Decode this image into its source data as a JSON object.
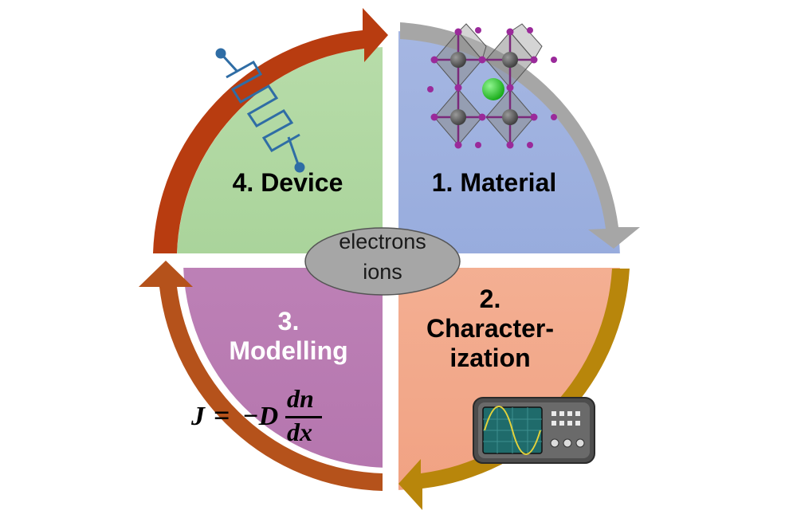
{
  "quadrants": {
    "material": {
      "label": "1. Material",
      "color": "#93a9dc"
    },
    "characterization": {
      "line1": "2.",
      "line2": "Character-",
      "line3": "ization",
      "color": "#f4b194"
    },
    "modelling": {
      "line1": "3.",
      "line2": "Modelling",
      "color": "#bf82b9"
    },
    "device": {
      "label": "4. Device",
      "color": "#a6d39a"
    }
  },
  "center": {
    "line1": "electrons",
    "line2": "ions",
    "color": "#a6a6a6"
  },
  "equation": {
    "lhs": "J",
    "eq": "=",
    "coef": "−D",
    "num": "dn",
    "den": "dx"
  },
  "arrows": {
    "material": "#a6a6a6",
    "characterization": "#b8860b",
    "modelling": "#b5521b",
    "device": "#b83c10"
  },
  "icons": [
    "perovskite-crystal-icon",
    "oscilloscope-icon",
    "resistor-icon"
  ]
}
